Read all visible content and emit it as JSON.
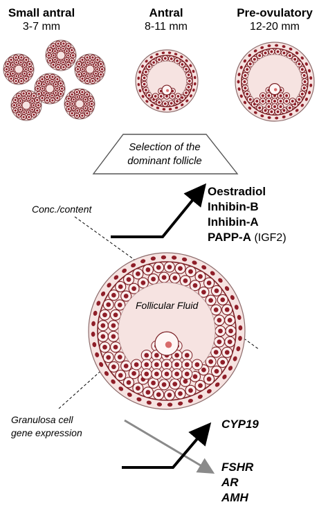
{
  "stages": [
    {
      "title": "Small antral",
      "range": "3-7 mm"
    },
    {
      "title": "Antral",
      "range": "8-11 mm"
    },
    {
      "title": "Pre-ovulatory",
      "range": "12-20 mm"
    }
  ],
  "selection": {
    "line1": "Selection of the",
    "line2": "dominant follicle"
  },
  "conc_label": "Conc./content",
  "hormones": {
    "oestradiol": "Oestradiol",
    "inhibin_b": "Inhibin-B",
    "inhibin_a": "Inhibin-A",
    "pappa": "PAPP-A",
    "pappa_note": "(IGF2)"
  },
  "follicular_fluid": "Follicular Fluid",
  "granulosa_label": {
    "line1": "Granulosa cell",
    "line2": "gene expression"
  },
  "genes_up": [
    "CYP19"
  ],
  "genes_down": [
    "FSHR",
    "AR",
    "AMH"
  ],
  "colors": {
    "fill": "#f6e3e1",
    "cell_border": "#7a1f24",
    "nucleus": "#8f1e28",
    "ring": "#8c6a6a",
    "arrow_dark": "#000000",
    "arrow_grey": "#8a8a8a"
  }
}
